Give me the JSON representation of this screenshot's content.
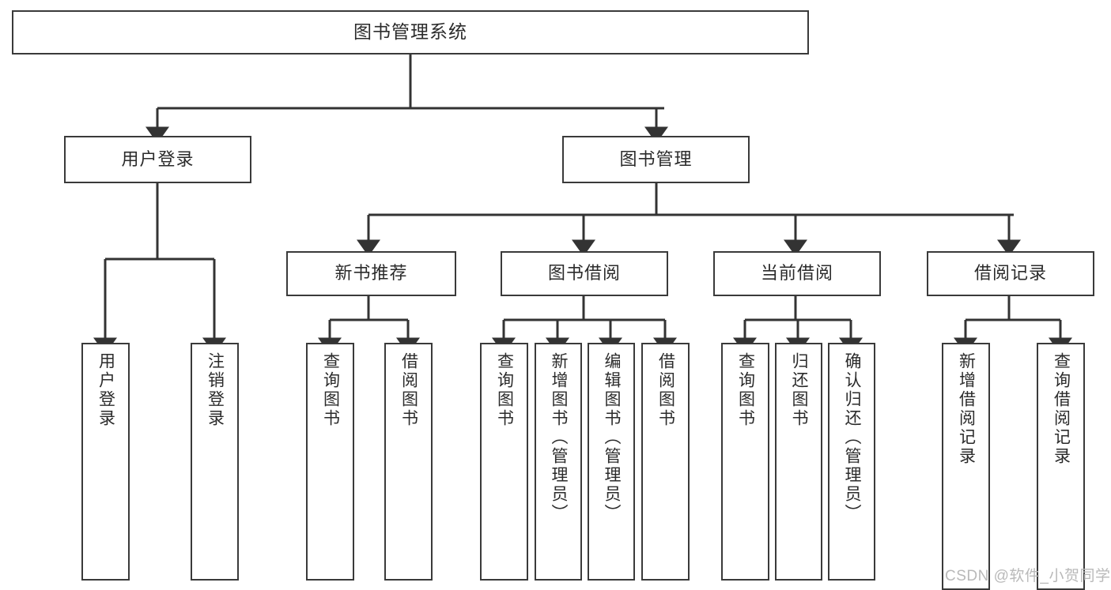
{
  "diagram": {
    "type": "hierarchy-tree",
    "title": "图书管理系统",
    "root": {
      "label": "图书管理系统"
    },
    "level2": [
      {
        "label": "用户登录"
      },
      {
        "label": "图书管理"
      }
    ],
    "level3": [
      {
        "label": "新书推荐"
      },
      {
        "label": "图书借阅"
      },
      {
        "label": "当前借阅"
      },
      {
        "label": "借阅记录"
      }
    ],
    "leaves": {
      "user_login": [
        {
          "label": "用户登录"
        },
        {
          "label": "注销登录"
        }
      ],
      "new_book_recommend": [
        {
          "label": "查询图书"
        },
        {
          "label": "借阅图书"
        }
      ],
      "book_borrow": [
        {
          "label": "查询图书"
        },
        {
          "label": "新增图书（管理员）"
        },
        {
          "label": "编辑图书（管理员）"
        },
        {
          "label": "借阅图书"
        }
      ],
      "current_borrow": [
        {
          "label": "查询图书"
        },
        {
          "label": "归还图书"
        },
        {
          "label": "确认归还（管理员）"
        }
      ],
      "borrow_record": [
        {
          "label": "新增借阅记录"
        },
        {
          "label": "查询借阅记录"
        }
      ]
    }
  },
  "watermark": {
    "text": "CSDN @软件_小贺同学"
  },
  "colors": {
    "background": "#ffffff",
    "box_border": "#3a3a3a",
    "text": "#2b2b2b",
    "connector": "#333333",
    "watermark": "#b9b9b9"
  }
}
